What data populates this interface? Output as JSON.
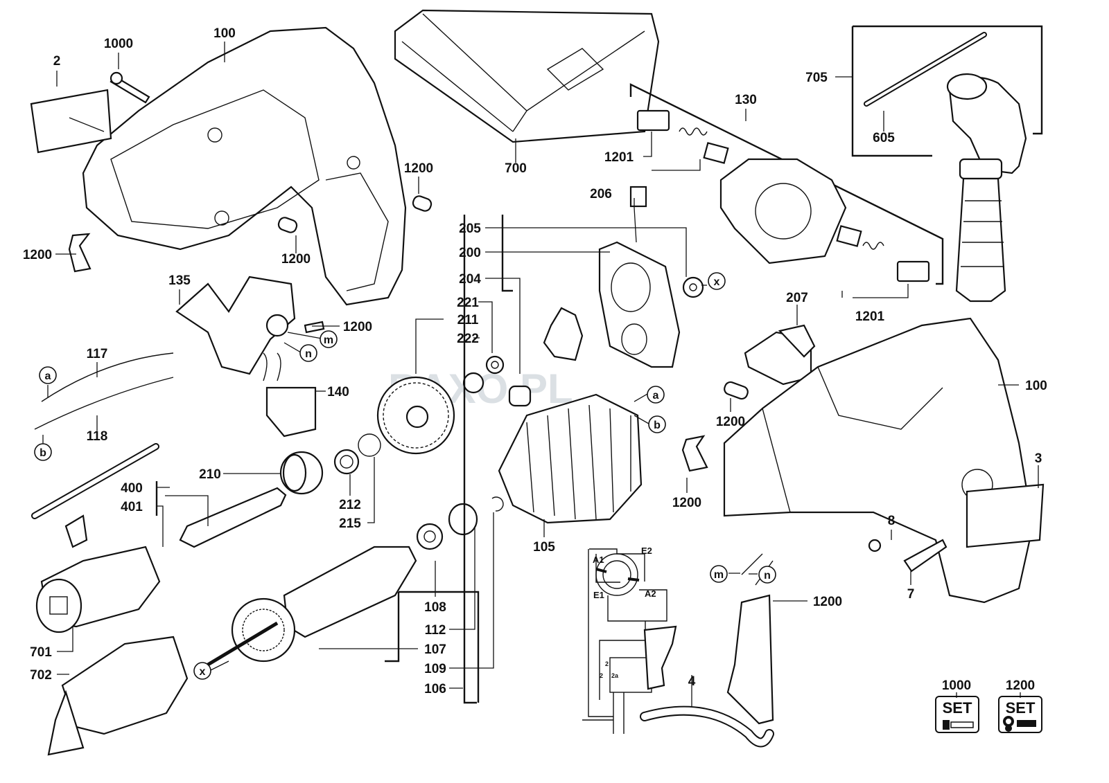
{
  "labels": [
    "2",
    "1000",
    "100",
    "1200",
    "1200",
    "1200",
    "700",
    "705",
    "605",
    "130",
    "1201",
    "206",
    "205",
    "200",
    "204",
    "221",
    "211",
    "222",
    "x",
    "207",
    "1201",
    "135",
    "1200",
    "m",
    "n",
    "117",
    "a",
    "140",
    "118",
    "b",
    "a",
    "b",
    "100",
    "1200",
    "3",
    "1200",
    "210",
    "212",
    "215",
    "400",
    "401",
    "105",
    "8",
    "7",
    "m",
    "n",
    "1200",
    "108",
    "112",
    "107",
    "109",
    "106",
    "701",
    "702",
    "x",
    "4",
    "1000",
    "1200"
  ],
  "circuit": {
    "a1": "A1",
    "e2": "E2",
    "e1": "E1",
    "a2": "A2",
    "t2": "2",
    "t2b": "2",
    "t2a": "2a"
  },
  "set_badges": [
    {
      "code": "1000",
      "text": "SET"
    },
    {
      "code": "1200",
      "text": "SET"
    }
  ],
  "watermark": "BAXO.PL"
}
